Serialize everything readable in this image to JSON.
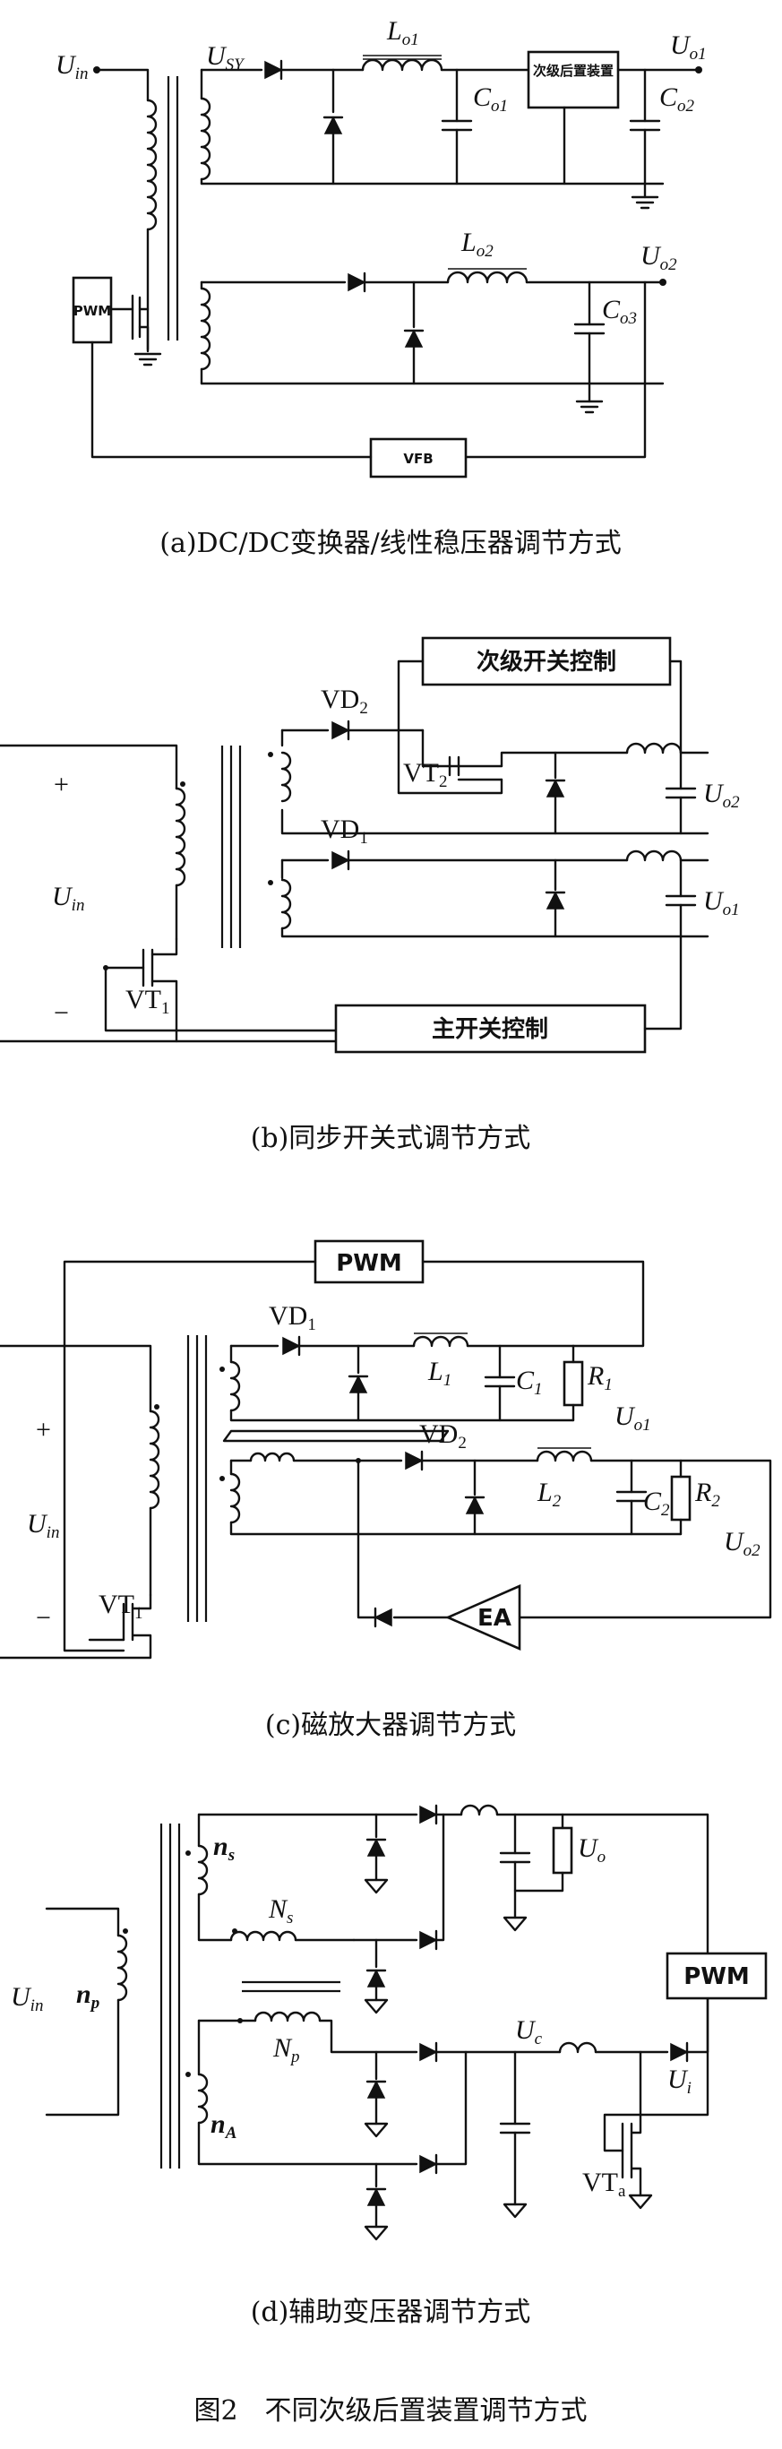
{
  "figure_title": "图2　不同次级后置装置调节方式",
  "panels": {
    "a": {
      "caption": "(a)DC/DC变换器/线性稳压器调节方式",
      "pwm_label": "PWM",
      "vfb_label": "VFB",
      "regulator_label": "次级后置装置",
      "labels": {
        "uin": "U",
        "uin_sub": "in",
        "usy": "U",
        "usy_sub": "SY",
        "lo1": "L",
        "lo1_sub": "o1",
        "co1": "C",
        "co1_sub": "o1",
        "uo1": "U",
        "uo1_sub": "o1",
        "co2": "C",
        "co2_sub": "o2",
        "lo2": "L",
        "lo2_sub": "o2",
        "uo2": "U",
        "uo2_sub": "o2",
        "co3": "C",
        "co3_sub": "o3"
      }
    },
    "b": {
      "caption": "(b)同步开关式调节方式",
      "secondary_ctrl": "次级开关控制",
      "main_ctrl": "主开关控制",
      "labels": {
        "plus": "+",
        "minus": "−",
        "uin": "U",
        "uin_sub": "in",
        "vd2": "VD",
        "vd2_sub": "2",
        "vt2": "VT",
        "vt2_sub": "2",
        "uo2": "U",
        "uo2_sub": "o2",
        "vd1": "VD",
        "vd1_sub": "1",
        "uo1": "U",
        "uo1_sub": "o1",
        "vt1": "VT",
        "vt1_sub": "1"
      }
    },
    "c": {
      "caption": "(c)磁放大器调节方式",
      "pwm_label": "PWM",
      "ea_label": "EA",
      "labels": {
        "plus": "+",
        "minus": "−",
        "uin": "U",
        "uin_sub": "in",
        "vd1": "VD",
        "vd1_sub": "1",
        "l1": "L",
        "l1_sub": "1",
        "c1": "C",
        "c1_sub": "1",
        "r1": "R",
        "r1_sub": "1",
        "uo1": "U",
        "uo1_sub": "o1",
        "vd2": "VD",
        "vd2_sub": "2",
        "l2": "L",
        "l2_sub": "2",
        "c2": "C",
        "c2_sub": "2",
        "r2": "R",
        "r2_sub": "2",
        "uo2": "U",
        "uo2_sub": "o2",
        "vt1": "VT",
        "vt1_sub": "1"
      }
    },
    "d": {
      "caption": "(d)辅助变压器调节方式",
      "pwm_label": "PWM",
      "labels": {
        "uin": "U",
        "uin_sub": "in",
        "np": "n",
        "np_sub": "p",
        "ns": "n",
        "ns_sub": "s",
        "ns_cap": "N",
        "ns_cap_sub": "s",
        "np_cap": "N",
        "np_cap_sub": "p",
        "na": "n",
        "na_sub": "A",
        "uo": "U",
        "uo_sub": "o",
        "uc": "U",
        "uc_sub": "c",
        "ui": "U",
        "ui_sub": "i",
        "vta": "VT",
        "vta_sub": "a"
      }
    }
  }
}
